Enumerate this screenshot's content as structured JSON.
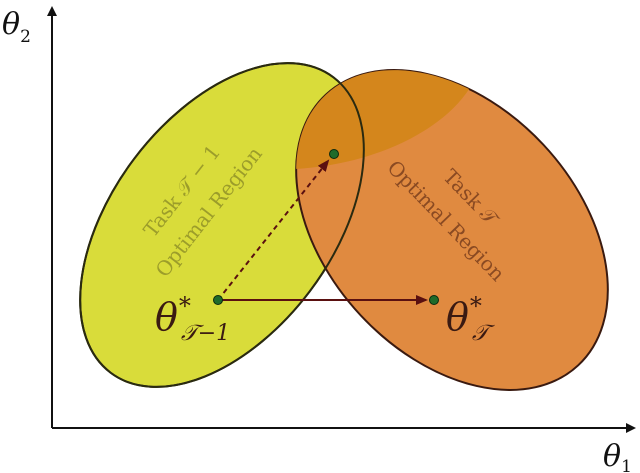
{
  "axes": {
    "y_label": {
      "symbol": "θ",
      "subscript": "2"
    },
    "x_label": {
      "symbol": "θ",
      "subscript": "1"
    }
  },
  "regions": [
    {
      "id": "task-t-minus-1",
      "line1": "Task 𝒯 − 1",
      "line2": "Optimal Region",
      "fill": "#d9dc3a",
      "text_color": "#9c9d2a"
    },
    {
      "id": "task-t",
      "line1": "Task 𝒯",
      "line2": "Optimal Region",
      "fill": "#e08a40",
      "text_color": "#8a4a22"
    }
  ],
  "overlap_fill": "#d4861c",
  "points": {
    "theta_prev": {
      "symbol": "θ",
      "star": "*",
      "subscript": "𝒯−1"
    },
    "theta_curr": {
      "symbol": "θ",
      "star": "*",
      "subscript": "𝒯"
    }
  },
  "arrow_color": "#5a1010",
  "point_color": "#1f6b2a"
}
